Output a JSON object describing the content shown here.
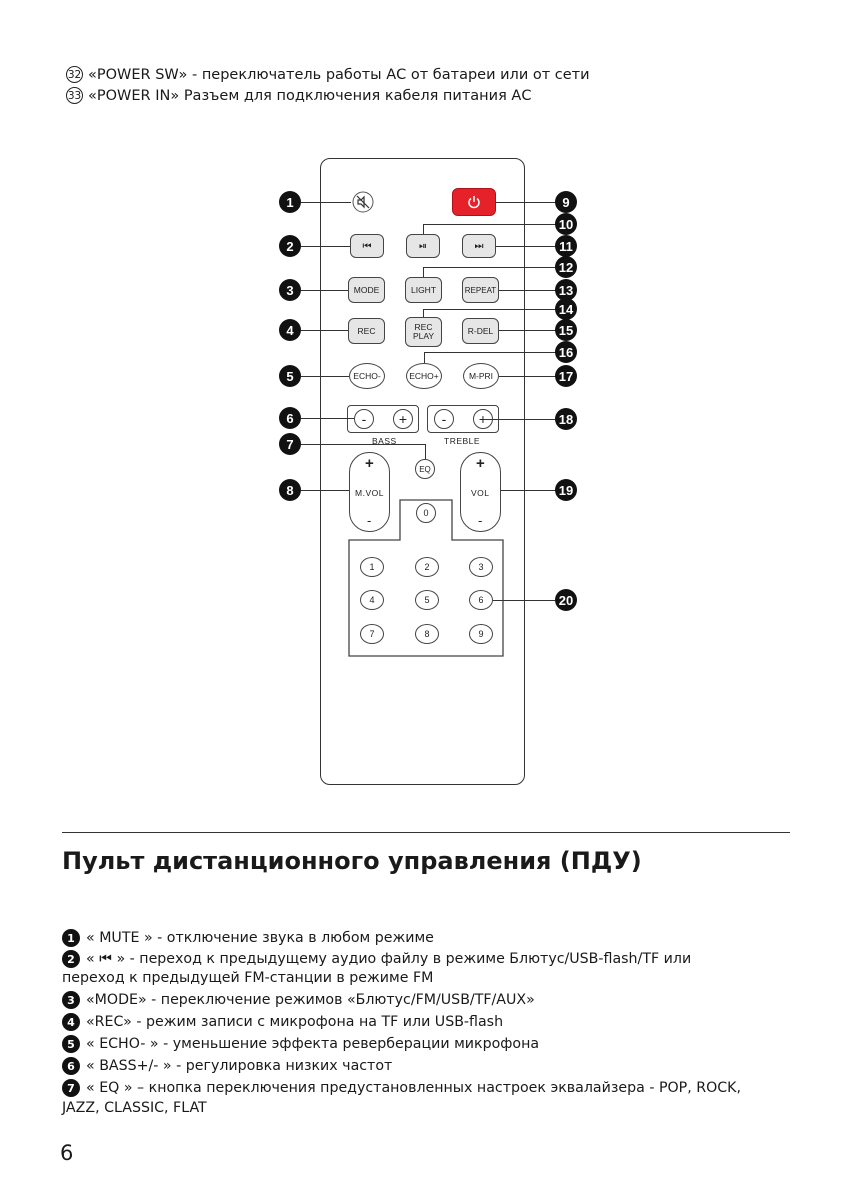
{
  "header_notes": [
    {
      "num": "32",
      "text": "«POWER SW» - переключатель работы АС от батареи или от сети"
    },
    {
      "num": "33",
      "text": "«POWER IN» Разъем для подключения кабеля питания АС"
    }
  ],
  "remote": {
    "mute_icon": "speaker-mute-icon",
    "power_icon": "power-icon",
    "prev": "⏮",
    "play": "⏯",
    "next": "⏭",
    "mode": "MODE",
    "light": "LIGHT",
    "repeat": "REPEAT",
    "rec": "REC",
    "rec_play_1": "REC",
    "rec_play_2": "PLAY",
    "r_del": "R-DEL",
    "echo_minus": "ECHO-",
    "echo_plus": "ECHO+",
    "m_pri": "M-PRI",
    "minus": "-",
    "plus": "+",
    "bass_label": "BASS",
    "treble_label": "TREBLE",
    "eq": "EQ",
    "m_vol": "M.VOL",
    "vol": "VOL",
    "digits": [
      "0",
      "1",
      "2",
      "3",
      "4",
      "5",
      "6",
      "7",
      "8",
      "9"
    ]
  },
  "callouts": [
    "1",
    "2",
    "3",
    "4",
    "5",
    "6",
    "7",
    "8",
    "9",
    "10",
    "11",
    "12",
    "13",
    "14",
    "15",
    "16",
    "17",
    "18",
    "19",
    "20"
  ],
  "section_title": "Пульт дистанционного управления (ПДУ)",
  "descriptions": [
    {
      "num": "1",
      "text": "« MUTE » - отключение звука в любом режиме"
    },
    {
      "num": "2",
      "text": " « ⏮ »  - переход к предыдущему аудио файлу в режиме Блютус/USB-flash/TF или"
    },
    {
      "num": "",
      "text": "переход к предыдущей FM-станции в режиме FM"
    },
    {
      "num": "3",
      "text": "«MODE» - переключение режимов  «Блютус/FM/USB/TF/AUX»"
    },
    {
      "num": "4",
      "text": "«REC» - режим записи с микрофона на  TF или USB-flash"
    },
    {
      "num": "5",
      "text": "« ECHO- » - уменьшение эффекта реверберации микрофона"
    },
    {
      "num": "6",
      "text": "« BASS+/- » - регулировка низких частот"
    },
    {
      "num": "7",
      "text": "« EQ » – кнопка переключения предустановленных настроек эквалайзера - POP, ROCK,"
    },
    {
      "num": "",
      "text": "JAZZ, CLASSIC, FLAT"
    }
  ],
  "page_number": "6"
}
